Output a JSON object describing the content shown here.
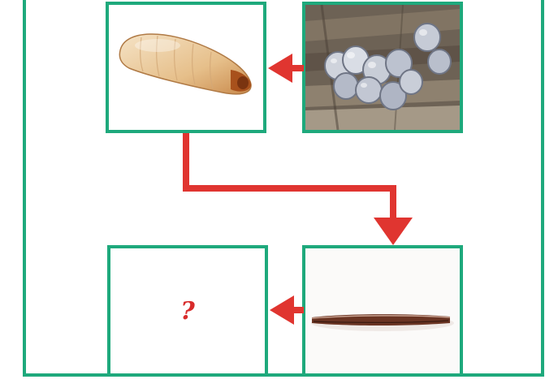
{
  "diagram": {
    "stages": [
      {
        "name": "eggs",
        "icon": "eggs-cluster-photo"
      },
      {
        "name": "larva",
        "icon": "larva-photo"
      },
      {
        "name": "unknown-stage",
        "icon": "stick-shaped-photo"
      },
      {
        "name": "missing-stage",
        "text": "?"
      }
    ],
    "colors": {
      "border": "#1ea97c",
      "arrow": "#e03530",
      "mark": "#d82b2b"
    }
  }
}
